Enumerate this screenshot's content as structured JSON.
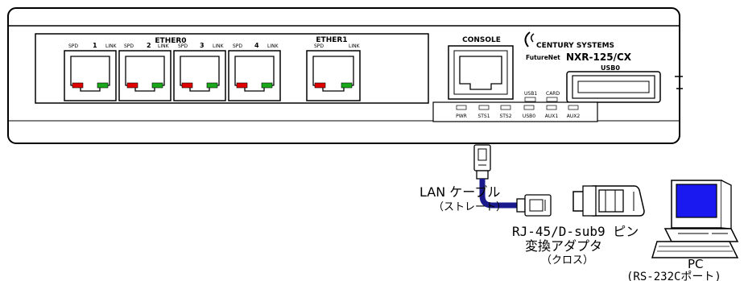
{
  "device": {
    "brand": "CENTURY SYSTEMS",
    "product_prefix": "FutureNet",
    "model": "NXR-125/CX",
    "ether0_label": "ETHER0",
    "ether1_label": "ETHER1",
    "console_label": "CONSOLE",
    "usb0_label": "USB0",
    "port_numbers": [
      "1",
      "2",
      "3",
      "4"
    ],
    "spd_label": "SPD",
    "link_label": "LINK",
    "usb1_label": "USB1",
    "card_label": "CARD",
    "leds": [
      "PWR",
      "STS1",
      "STS2",
      "USB0",
      "AUX1",
      "AUX2"
    ],
    "colors": {
      "speed_led": "#e00000",
      "link_led": "#1aa81a",
      "cable": "#1a1a8c"
    }
  },
  "annotations": {
    "lan_cable": "LAN ケーブル",
    "lan_cable_sub": "（ストレート）",
    "adapter_line1": "RJ-45/D-sub9 ピン",
    "adapter_line2": "変換アダプタ",
    "adapter_sub": "（クロス）",
    "pc": "PC",
    "pc_sub": "(RS-232Cポート)"
  }
}
